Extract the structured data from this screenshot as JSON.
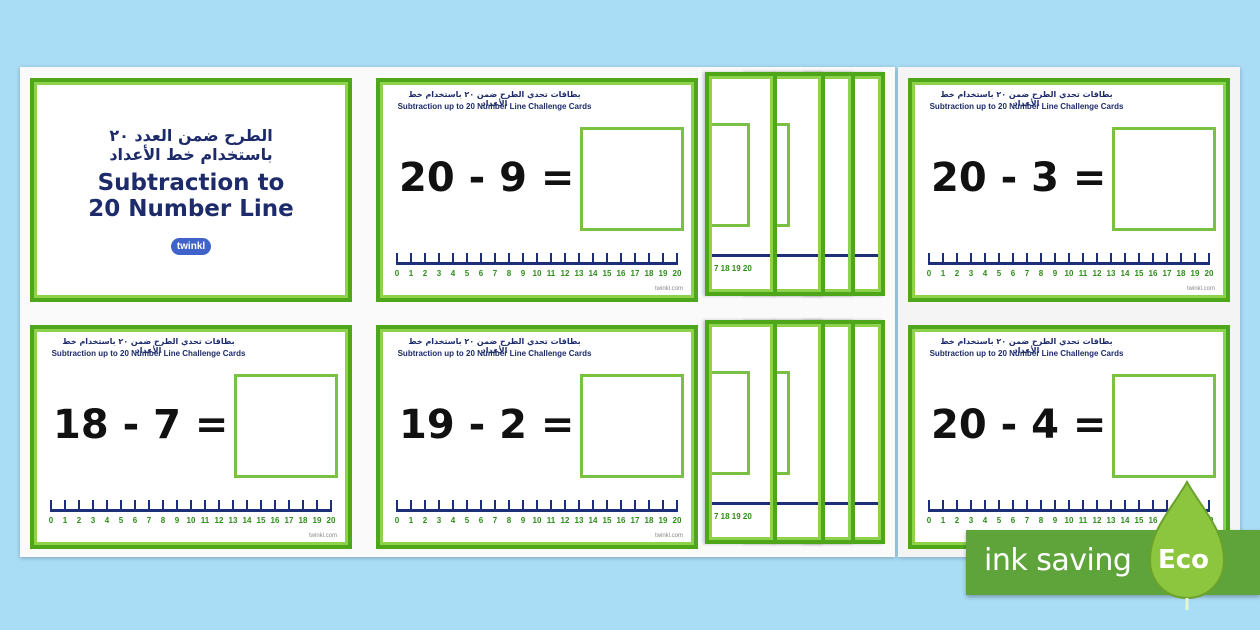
{
  "title_card": {
    "arabic_line1": "الطرح ضمن العدد ٢٠",
    "arabic_line2": "باستخدام خط الأعداد",
    "english_line1": "Subtraction to",
    "english_line2": "20 Number Line",
    "logo_text": "twinkl"
  },
  "card_header": {
    "arabic": "بطاقات تحدي الطرح ضمن ٢٠ باستخدام خط الأعداد",
    "english": "Subtraction up to 20 Number Line Challenge Cards"
  },
  "cards": [
    {
      "equation": "20 - 9 ="
    },
    {
      "equation": "20 - 3 ="
    },
    {
      "equation": "18 - 7 ="
    },
    {
      "equation": "19 - 2 ="
    },
    {
      "equation": "20 - 4 ="
    }
  ],
  "number_line": [
    "0",
    "1",
    "2",
    "3",
    "4",
    "5",
    "6",
    "7",
    "8",
    "9",
    "10",
    "11",
    "12",
    "13",
    "14",
    "15",
    "16",
    "17",
    "18",
    "19",
    "20"
  ],
  "stack_fragment_numbers": "7 18 19 20",
  "footer_text": "twinkl.com",
  "badge": {
    "label": "ink saving",
    "eco": "Eco",
    "color": "#5fa33b"
  },
  "colors": {
    "background": "#a9dcf5",
    "card_border": "#4ea61a",
    "answer_box": "#7ac143",
    "title_text": "#1d2b6b",
    "number_text": "#2e8c1a"
  }
}
